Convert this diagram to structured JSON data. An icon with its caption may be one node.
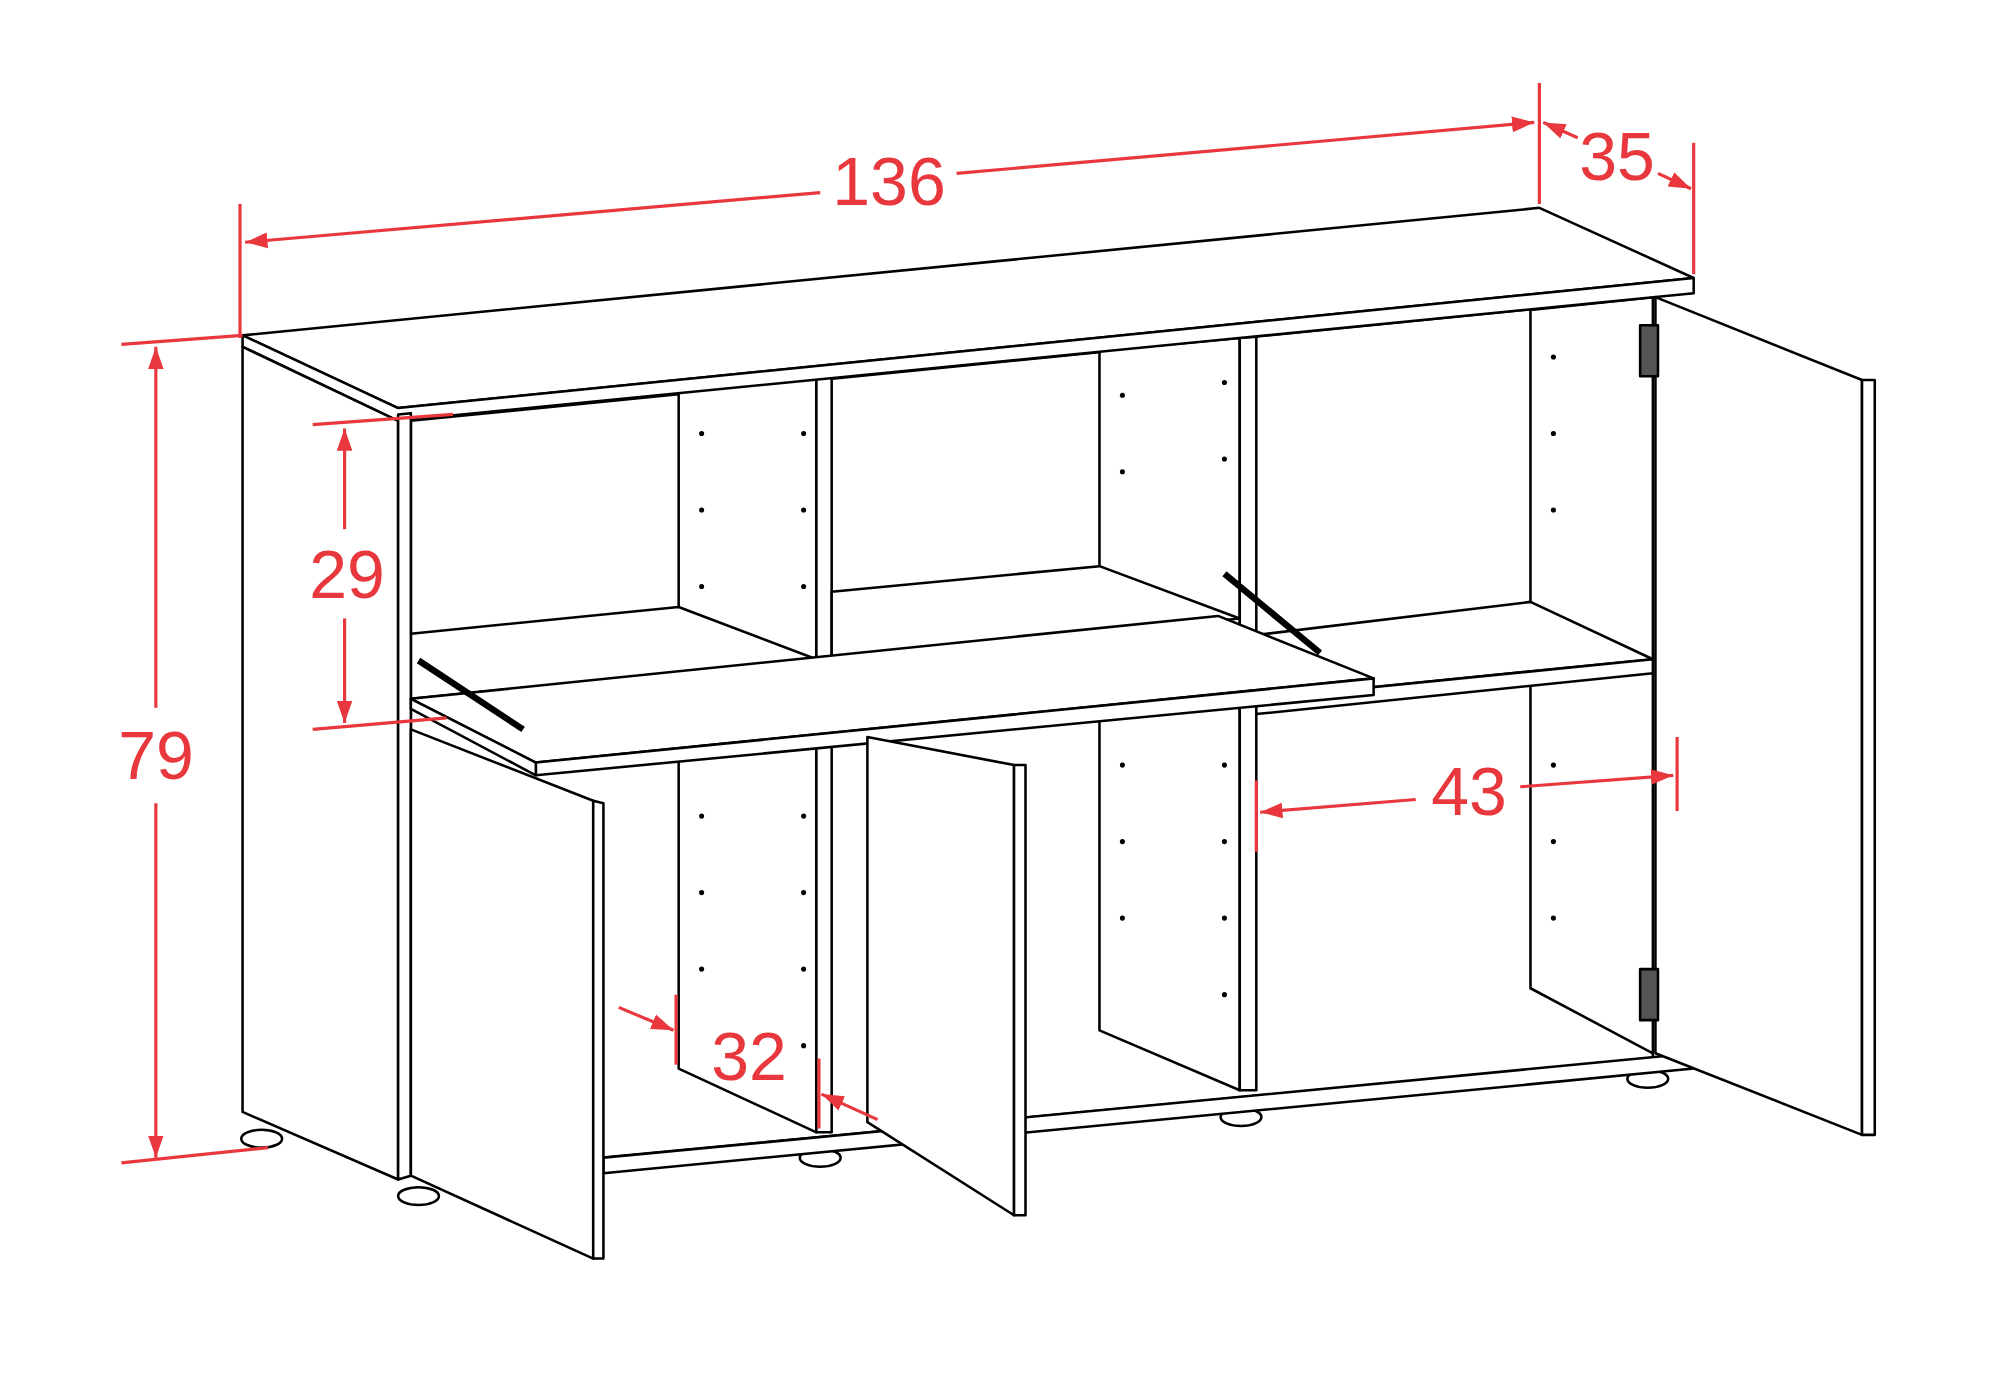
{
  "diagram": {
    "labels": [
      "136",
      "35",
      "29",
      "79",
      "43",
      "32"
    ]
  }
}
